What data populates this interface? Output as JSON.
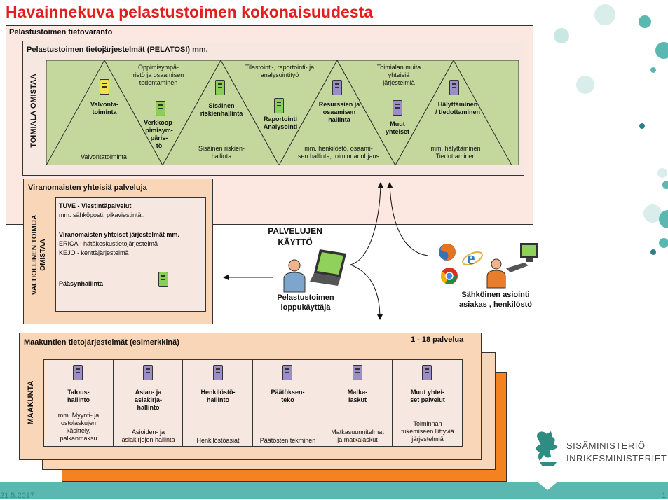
{
  "title": "Havainnekuva pelastustoimen kokonaisuudesta",
  "outer_label": "Pelastustoimen tietovaranto",
  "pelatosi": {
    "title": "Pelastustoimen tietojärjestelmät (PELATOSI) mm.",
    "side_label": "TOIMIALA OMISTAA",
    "sections": [
      {
        "name": "Valvonta-\ntoiminta",
        "bottom": "Valvontatoiminta",
        "top": ""
      },
      {
        "name": "Verkkoop-\npimisym-\npäris-\ntö",
        "bottom": "",
        "top": "Oppimisympä-\nristö ja osaamisen\ntodentaminen"
      },
      {
        "name": "Sisäinen\nriskienhallinta",
        "bottom": "Sisäinen riskien-\nhallinta",
        "top": ""
      },
      {
        "name": "Raportointi\nAnalysointi",
        "bottom": "",
        "top": "Tilastointi-, raportointi- ja\nanalysointityö"
      },
      {
        "name": "Resurssien ja\nosaamisen\nhallinta",
        "bottom": "mm. henkilöstö, osaami-\nsen hallinta, toiminnanohjaus",
        "top": ""
      },
      {
        "name": "Muut\nyhteiset",
        "bottom": "",
        "top": "Toimialan muita\nyhteisiä\njärjestelmiä"
      },
      {
        "name": "Hälyttäminen\n/ tiedottaminen",
        "bottom": "mm. hälyttäminen\nTiedottaminen",
        "top": ""
      }
    ]
  },
  "viranomaiset": {
    "title": "Viranomaisten yhteisiä palveluja",
    "side_label": "VALTIOLLINEN TOIMIJA\nOMISTAA",
    "tuve_title": "TUVE - Viestintäpalvelut",
    "tuve_sub": "mm. sähköposti, pikaviestintä..",
    "yht_title": "Viranomaisten yhteiset järjestelmät mm.",
    "erica": "ERICA - hätäkeskustietojärjestelmä",
    "kejo": "KEJO - kenttäjärjestelmä",
    "paasy": "Pääsynhallinta"
  },
  "palvelujen_kaytto": "PALVELUJEN\nKÄYTTÖ",
  "loppukayttaja": "Pelastustoimen\nloppukäyttäjä",
  "sahkoinen": "Sähköinen asiointi\nasiakas , henkilöstö",
  "maakunta": {
    "title": "Maakuntien tietojärjestelmät (esimerkkinä)",
    "count": "1 - 18 palvelua",
    "side_label": "MAAKUNTA",
    "cells": [
      {
        "name": "Talous-\nhallinto",
        "desc": "mm. Myynti- ja\nostolaskujen\nkäsittely,\npalkanmaksu"
      },
      {
        "name": "Asian- ja\nasiakirja-\nhallinto",
        "desc": "Asioiden- ja\nasiakirjojen hallinta"
      },
      {
        "name": "Henkilöstö-\nhallinto",
        "desc": "Henkilöstöasiat"
      },
      {
        "name": "Päätöksen-\nteko",
        "desc": "Päätösten tekminen"
      },
      {
        "name": "Matka-\nlaskut",
        "desc": "Matkasuunnitelmat\nja matkalaskut"
      },
      {
        "name": "Muut yhtei-\nset palvelut",
        "desc": "Toiminnan\ntukemiseen liittyviä\njärjestelmiä"
      }
    ]
  },
  "ministry": {
    "line1": "SISÄMINISTERIÖ",
    "line2": "INRIKESMINISTERIET"
  },
  "footer": {
    "date": "21.5.2017",
    "page": "1"
  },
  "colors": {
    "title": "#e41d1d",
    "outer": "#fce7e1",
    "peach": "#f9d6b8",
    "panel": "#f6e7e0",
    "orange": "#f58220",
    "teal": "#5bb8b0"
  },
  "icons": [
    "server-icon",
    "laptop-icon",
    "person-icon",
    "firefox-icon",
    "ie-icon",
    "chrome-icon",
    "computer-icon",
    "ministry-lion-logo"
  ]
}
